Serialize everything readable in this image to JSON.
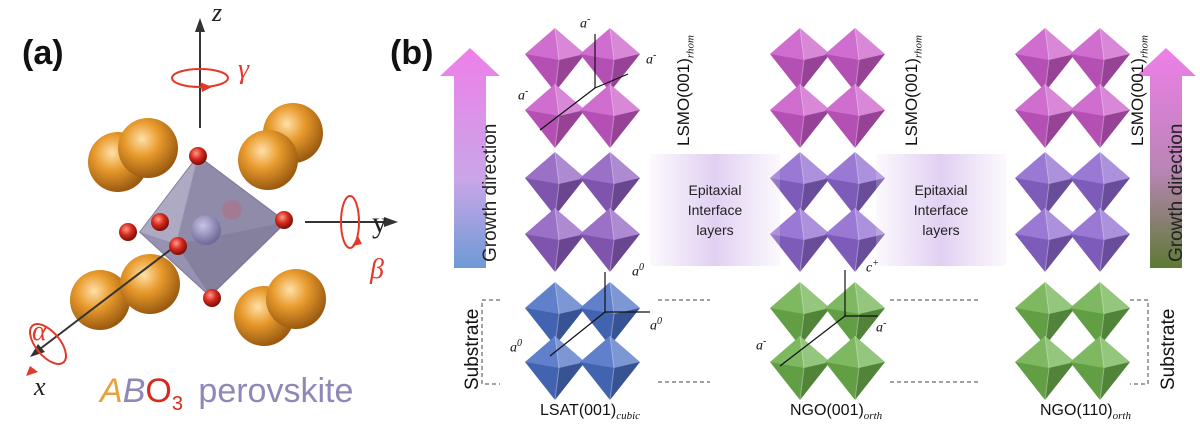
{
  "panel_a": {
    "label": "(a)",
    "axes": {
      "z": "z",
      "x": "x",
      "y": "y"
    },
    "rotations": {
      "alpha": "α",
      "beta": "β",
      "gamma": "γ"
    },
    "formula": {
      "A": "A",
      "B": "B",
      "O3": "O",
      "sub3": "3",
      "word": "perovskite"
    },
    "colors": {
      "a_site": "#e89a2c",
      "b_site": "#8d88b8",
      "oxygen": "#d62b1e",
      "octahedron": "#8e8aa6",
      "rotation_arrow": "#e23a2a"
    }
  },
  "panel_b": {
    "label": "(b)",
    "growth_direction": "Growth direction",
    "substrate": "Substrate",
    "lsmo_label": "LSMO(001)",
    "lsmo_sub": "rhom",
    "interface": {
      "line1": "Epitaxial",
      "line2": "Interface",
      "line3": "layers"
    },
    "columns": [
      {
        "label": "LSAT(001)",
        "sub": "cubic"
      },
      {
        "label": "NGO(001)",
        "sub": "orth"
      },
      {
        "label": "NGO(110)",
        "sub": "orth"
      }
    ],
    "tilt_labels": {
      "a_minus": "a",
      "a_minus_sup": "-",
      "a_zero": "a",
      "a_zero_sup": "0",
      "c_plus": "c",
      "c_plus_sup": "+"
    },
    "colors": {
      "lsmo": "#c95ac8",
      "interface": "#8e5ec0",
      "interface2": "#8c67cf",
      "lsat": "#4a6fc4",
      "ngo": "#6db04c",
      "arrow_left": "#ee7fe8",
      "arrow_left_bottom": "#6e9ad6",
      "arrow_right_bottom": "#5d7a35"
    }
  }
}
